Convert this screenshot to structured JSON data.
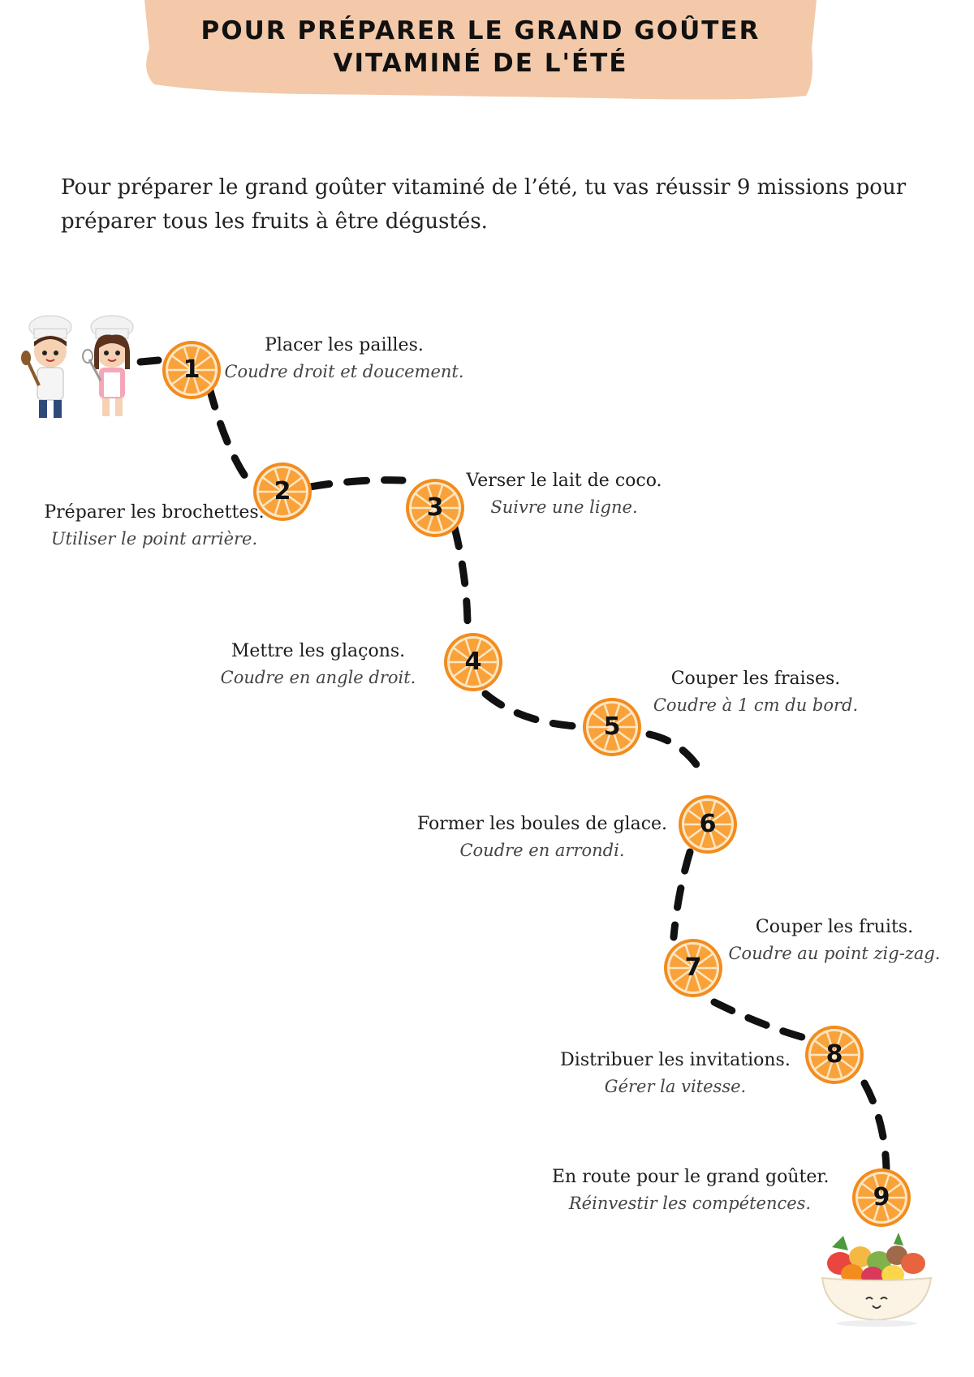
{
  "title": {
    "line1": "POUR PRÉPARER LE GRAND GOÛTER",
    "line2": "VITAMINÉ DE L'ÉTÉ"
  },
  "intro": "Pour préparer le grand goûter vitaminé de l’été, tu vas réussir 9 missions pour préparer tous les fruits à être dégustés.",
  "colors": {
    "banner": "#f3c9a9",
    "orange_rind": "#f28c1e",
    "orange_flesh": "#f9a23a",
    "orange_pith": "#fde6c4",
    "path": "#111111"
  },
  "illustrations": {
    "top_left": "chef-children-icon",
    "bottom_right": "fruit-salad-bowl-icon"
  },
  "missions": [
    {
      "num": "1",
      "title": "Placer les pailles.",
      "sub": "Coudre droit et doucement."
    },
    {
      "num": "2",
      "title": "Préparer les brochettes.",
      "sub": "Utiliser le point arrière."
    },
    {
      "num": "3",
      "title": "Verser le lait de coco.",
      "sub": "Suivre une ligne."
    },
    {
      "num": "4",
      "title": "Mettre les glaçons.",
      "sub": "Coudre en angle droit."
    },
    {
      "num": "5",
      "title": "Couper les fraises.",
      "sub": "Coudre à 1 cm du bord."
    },
    {
      "num": "6",
      "title": "Former les boules de glace.",
      "sub": "Coudre en arrondi."
    },
    {
      "num": "7",
      "title": "Couper les fruits.",
      "sub": "Coudre au point zig-zag."
    },
    {
      "num": "8",
      "title": "Distribuer les invitations.",
      "sub": "Gérer la vitesse."
    },
    {
      "num": "9",
      "title": "En route pour le grand goûter.",
      "sub": "Réinvestir les compétences."
    }
  ]
}
